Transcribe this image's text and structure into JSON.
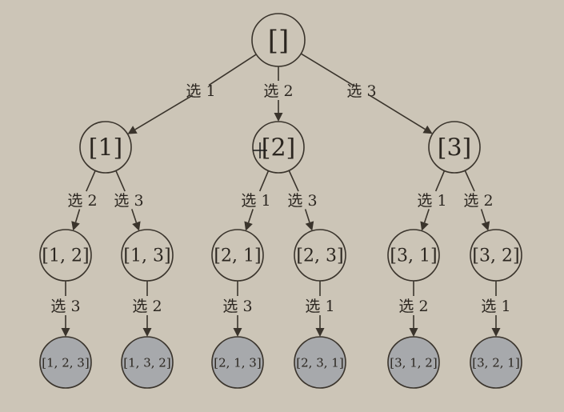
{
  "colors": {
    "background": "#ccc5b7",
    "node_fill": "#ccc5b7",
    "leaf_fill": "#a7a9ac",
    "stroke": "#3a342c",
    "text": "#2b2620"
  },
  "nodes": [
    {
      "id": "root",
      "label": "[]",
      "kind": "internal"
    },
    {
      "id": "n1",
      "label": "[1]",
      "kind": "internal"
    },
    {
      "id": "n2",
      "label": "[2]",
      "kind": "internal"
    },
    {
      "id": "n3",
      "label": "[3]",
      "kind": "internal"
    },
    {
      "id": "n12",
      "label": "[1, 2]",
      "kind": "internal"
    },
    {
      "id": "n13",
      "label": "[1, 3]",
      "kind": "internal"
    },
    {
      "id": "n21",
      "label": "[2, 1]",
      "kind": "internal"
    },
    {
      "id": "n23",
      "label": "[2, 3]",
      "kind": "internal"
    },
    {
      "id": "n31",
      "label": "[3, 1]",
      "kind": "internal"
    },
    {
      "id": "n32",
      "label": "[3, 2]",
      "kind": "internal"
    },
    {
      "id": "n123",
      "label": "[1, 2, 3]",
      "kind": "leaf"
    },
    {
      "id": "n132",
      "label": "[1, 3, 2]",
      "kind": "leaf"
    },
    {
      "id": "n213",
      "label": "[2, 1, 3]",
      "kind": "leaf"
    },
    {
      "id": "n231",
      "label": "[2, 3, 1]",
      "kind": "leaf"
    },
    {
      "id": "n312",
      "label": "[3, 1, 2]",
      "kind": "leaf"
    },
    {
      "id": "n321",
      "label": "[3, 2, 1]",
      "kind": "leaf"
    }
  ],
  "edges": [
    {
      "from": "root",
      "to": "n1",
      "label": "选 1"
    },
    {
      "from": "root",
      "to": "n2",
      "label": "选 2"
    },
    {
      "from": "root",
      "to": "n3",
      "label": "选 3"
    },
    {
      "from": "n1",
      "to": "n12",
      "label": "选 2"
    },
    {
      "from": "n1",
      "to": "n13",
      "label": "选 3"
    },
    {
      "from": "n2",
      "to": "n21",
      "label": "选 1"
    },
    {
      "from": "n2",
      "to": "n23",
      "label": "选 3"
    },
    {
      "from": "n3",
      "to": "n31",
      "label": "选 1"
    },
    {
      "from": "n3",
      "to": "n32",
      "label": "选 2"
    },
    {
      "from": "n12",
      "to": "n123",
      "label": "选 3"
    },
    {
      "from": "n13",
      "to": "n132",
      "label": "选 2"
    },
    {
      "from": "n21",
      "to": "n213",
      "label": "选 3"
    },
    {
      "from": "n23",
      "to": "n231",
      "label": "选 1"
    },
    {
      "from": "n31",
      "to": "n312",
      "label": "选 2"
    },
    {
      "from": "n32",
      "to": "n321",
      "label": "选 1"
    }
  ]
}
